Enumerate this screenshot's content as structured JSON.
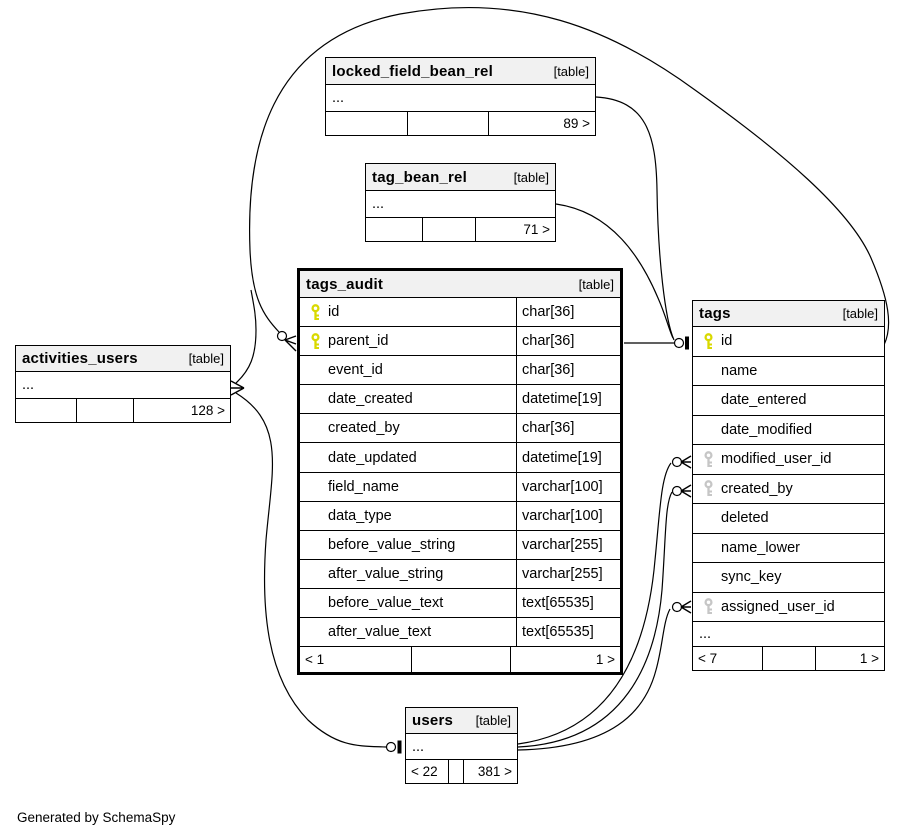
{
  "generator_note": "Generated by SchemaSpy",
  "colors": {
    "primary_key": "#d9d900",
    "foreign_key": "#c6c6c6",
    "header_bg": "#f1f1f1",
    "border": "#000000",
    "edge": "#000000"
  },
  "tables": [
    {
      "id": "locked_field_bean_rel",
      "title": "locked_field_bean_rel",
      "badge": "[table]",
      "collapsed": true,
      "body_ellipsis": "...",
      "footer": {
        "left": "",
        "mid": "",
        "right": "89 >"
      }
    },
    {
      "id": "tag_bean_rel",
      "title": "tag_bean_rel",
      "badge": "[table]",
      "collapsed": true,
      "body_ellipsis": "...",
      "footer": {
        "left": "",
        "mid": "",
        "right": "71 >"
      }
    },
    {
      "id": "tags_audit",
      "title": "tags_audit",
      "badge": "[table]",
      "focal": true,
      "show_types": true,
      "columns": [
        {
          "name": "id",
          "key": "primary",
          "type": "char[36]"
        },
        {
          "name": "parent_id",
          "key": "primary",
          "type": "char[36]"
        },
        {
          "name": "event_id",
          "key": "",
          "type": "char[36]"
        },
        {
          "name": "date_created",
          "key": "",
          "type": "datetime[19]"
        },
        {
          "name": "created_by",
          "key": "",
          "type": "char[36]"
        },
        {
          "name": "date_updated",
          "key": "",
          "type": "datetime[19]"
        },
        {
          "name": "field_name",
          "key": "",
          "type": "varchar[100]"
        },
        {
          "name": "data_type",
          "key": "",
          "type": "varchar[100]"
        },
        {
          "name": "before_value_string",
          "key": "",
          "type": "varchar[255]"
        },
        {
          "name": "after_value_string",
          "key": "",
          "type": "varchar[255]"
        },
        {
          "name": "before_value_text",
          "key": "",
          "type": "text[65535]"
        },
        {
          "name": "after_value_text",
          "key": "",
          "type": "text[65535]"
        }
      ],
      "footer": {
        "left": "< 1",
        "mid": "",
        "right": "1 >"
      }
    },
    {
      "id": "tags",
      "title": "tags",
      "badge": "[table]",
      "show_types": false,
      "columns": [
        {
          "name": "id",
          "key": "primary"
        },
        {
          "name": "name",
          "key": ""
        },
        {
          "name": "date_entered",
          "key": ""
        },
        {
          "name": "date_modified",
          "key": ""
        },
        {
          "name": "modified_user_id",
          "key": "foreign"
        },
        {
          "name": "created_by",
          "key": "foreign"
        },
        {
          "name": "deleted",
          "key": ""
        },
        {
          "name": "name_lower",
          "key": ""
        },
        {
          "name": "sync_key",
          "key": ""
        },
        {
          "name": "assigned_user_id",
          "key": "foreign"
        },
        {
          "name": "...",
          "key": ""
        }
      ],
      "footer": {
        "left": "< 7",
        "mid": "",
        "right": "1 >"
      }
    },
    {
      "id": "activities_users",
      "title": "activities_users",
      "badge": "[table]",
      "collapsed": true,
      "body_ellipsis": "...",
      "footer": {
        "left": "",
        "mid": "",
        "right": "128 >"
      }
    },
    {
      "id": "users",
      "title": "users",
      "badge": "[table]",
      "collapsed": true,
      "body_ellipsis": "...",
      "footer": {
        "left": "< 22",
        "mid": "",
        "right": "381 >"
      }
    }
  ],
  "relationships": [
    {
      "from": "locked_field_bean_rel",
      "to": "tags.id"
    },
    {
      "from": "tag_bean_rel",
      "to": "tags.id"
    },
    {
      "from": "tags_audit.parent_id",
      "to": "tags.id"
    },
    {
      "from": "activities_users",
      "to": "tags.id"
    },
    {
      "from": "activities_users",
      "to": "users"
    },
    {
      "from": "tags.modified_user_id",
      "to": "users"
    },
    {
      "from": "tags.created_by",
      "to": "users"
    },
    {
      "from": "tags.assigned_user_id",
      "to": "users"
    }
  ]
}
